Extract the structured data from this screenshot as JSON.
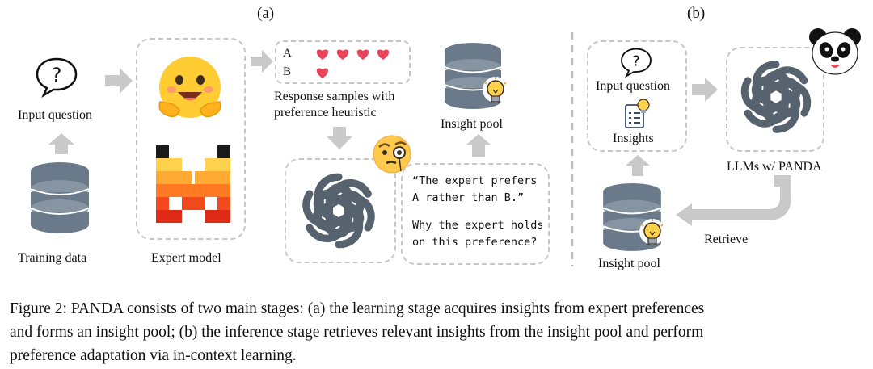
{
  "panels": {
    "a_label": "(a)",
    "b_label": "(b)"
  },
  "panel_a": {
    "input_question": "Input question",
    "training_data": "Training data",
    "expert_model": "Expert model",
    "samples": {
      "row_a_letter": "A",
      "row_b_letter": "B",
      "row_a_hearts": 4,
      "row_b_hearts": 1,
      "caption_line1": "Response samples with",
      "caption_line2": "preference heuristic"
    },
    "insight_pool": "Insight pool",
    "speech": {
      "line1": "“The expert prefers",
      "line2": "A rather than B.”",
      "line3": "Why the expert holds",
      "line4": "on this preference?"
    }
  },
  "panel_b": {
    "input_question": "Input question",
    "insights": "Insights",
    "llm_label": "LLMs w/ PANDA",
    "retrieve": "Retrieve",
    "insight_pool": "Insight pool"
  },
  "caption": {
    "line1": "Figure 2: PANDA consists of two main stages: (a) the learning stage acquires insights from expert preferences",
    "line2": "and forms an insight pool; (b) the inference stage retrieves relevant insights from the insight pool and perform",
    "line3": "preference adaptation via in-context learning."
  },
  "colors": {
    "arrow": "#c9c9c9",
    "database": "#6b7a8a",
    "heart": "#e8445a",
    "openai_logo": "#56636f",
    "hugging_face": "#ffcc33"
  }
}
